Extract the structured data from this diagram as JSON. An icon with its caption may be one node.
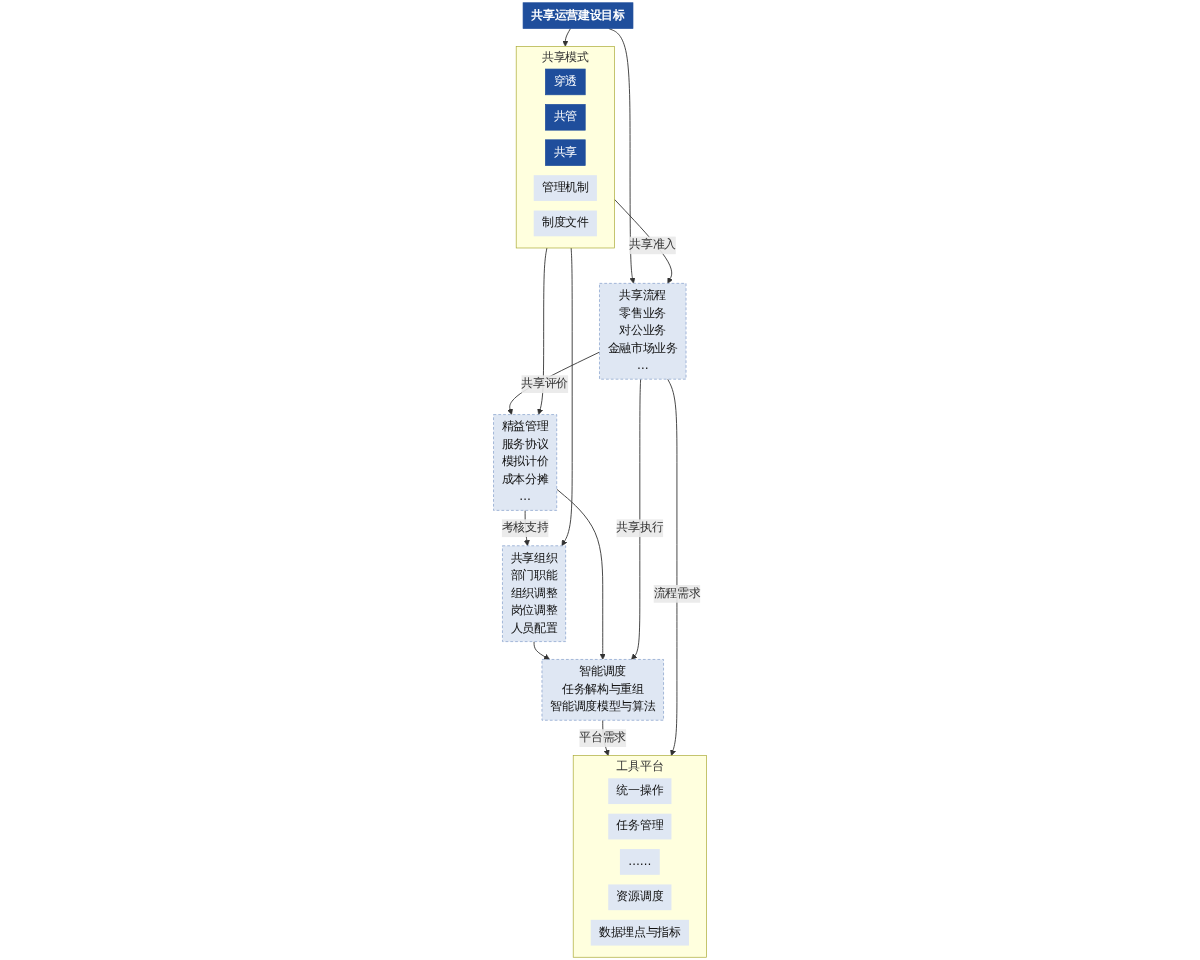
{
  "diagram": {
    "nodes": [
      {
        "text": [
          "共享运营建设目标"
        ]
      },
      {
        "text": [
          "共享模式"
        ]
      },
      {
        "text": [
          "穿透"
        ],
        "in": 1
      },
      {
        "text": [
          "共管"
        ],
        "in": 1
      },
      {
        "text": [
          "共享"
        ],
        "in": 1
      },
      {
        "text": [
          "管理机制"
        ],
        "in": 1
      },
      {
        "text": [
          "制度文件"
        ],
        "in": 1
      },
      {
        "text": [
          "共享流程",
          "零售业务",
          "对公业务",
          "金融市场业务",
          "…"
        ]
      },
      {
        "text": [
          "共享组织",
          "部门职能",
          "组织调整",
          "岗位调整",
          "人员配置"
        ]
      },
      {
        "text": [
          "精益管理",
          "服务协议",
          "模拟计价",
          "成本分摊",
          "…"
        ]
      },
      {
        "text": [
          "智能调度",
          "任务解构与重组",
          "智能调度模型与算法"
        ]
      },
      {
        "text": [
          "工具平台"
        ]
      },
      {
        "text": [
          "统一操作"
        ],
        "in": 11
      },
      {
        "text": [
          "任务管理"
        ],
        "in": 11
      },
      {
        "text": [
          "……"
        ],
        "in": 11
      },
      {
        "text": [
          "资源调度"
        ],
        "in": 11
      },
      {
        "text": [
          "数据埋点与指标"
        ],
        "in": 11
      }
    ],
    "edges": [
      {
        "from": 0,
        "to": 1,
        "arrow": "to"
      },
      {
        "from": 0,
        "to": 7,
        "arrow": "to"
      },
      {
        "from": 1,
        "to": 7,
        "label": "共享准入",
        "arrow": "to"
      },
      {
        "from": 1,
        "to": 8,
        "arrow": "to"
      },
      {
        "from": 1,
        "to": 9,
        "arrow": "to"
      },
      {
        "from": 9,
        "to": 8,
        "label": "考核支持",
        "arrow": "to"
      },
      {
        "from": 7,
        "to": 9,
        "label": "共享评价",
        "arrow": "to"
      },
      {
        "from": 8,
        "to": 10,
        "arrow": "to"
      },
      {
        "from": 9,
        "to": 10,
        "arrow": "to"
      },
      {
        "from": 7,
        "to": 10,
        "label": "共享执行",
        "arrow": "to"
      },
      {
        "from": 10,
        "to": 11,
        "label": "平台需求",
        "arrow": "to"
      },
      {
        "from": 7,
        "to": 11,
        "label": "流程需求",
        "arrow": "to"
      }
    ]
  }
}
